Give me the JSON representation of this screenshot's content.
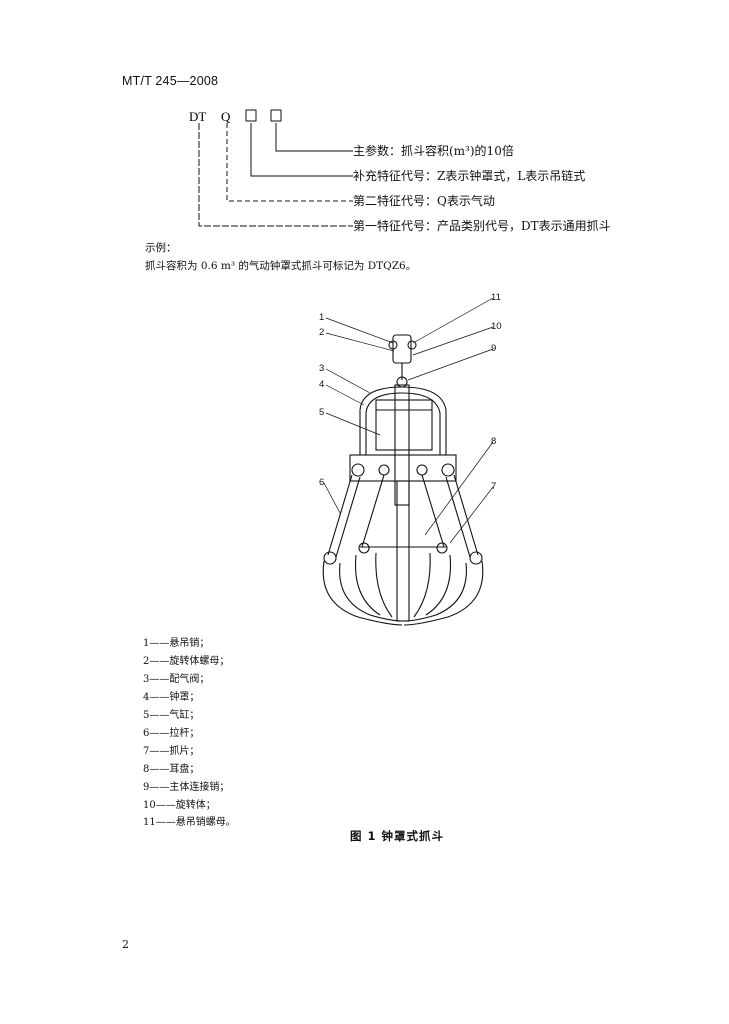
{
  "header": {
    "standard_no": "MT/T 245—2008"
  },
  "code": {
    "letters": {
      "dt": "DT",
      "q": "Q"
    },
    "lines": [
      "主参数：抓斗容积(m³)的10倍",
      "补充特征代号：Z表示钟罩式，L表示吊链式",
      "第二特征代号：Q表示气动",
      "第一特征代号：产品类别代号，DT表示通用抓斗"
    ]
  },
  "example": {
    "label": "示例：",
    "text": "抓斗容积为 0.6 m³ 的气动钟罩式抓斗可标记为 DTQZ6。"
  },
  "figure": {
    "callouts": [
      "1",
      "2",
      "3",
      "4",
      "5",
      "6",
      "7",
      "8",
      "9",
      "10",
      "11"
    ],
    "caption": "图 1   钟罩式抓斗"
  },
  "legend": [
    "1——悬吊销；",
    "2——旋转体螺母；",
    "3——配气阀；",
    "4——钟罩；",
    "5——气缸；",
    "6——拉杆；",
    "7——抓片；",
    "8——耳盘；",
    "9——主体连接销；",
    "10——旋转体；",
    "11——悬吊销螺母。"
  ],
  "page": {
    "number": "2"
  }
}
